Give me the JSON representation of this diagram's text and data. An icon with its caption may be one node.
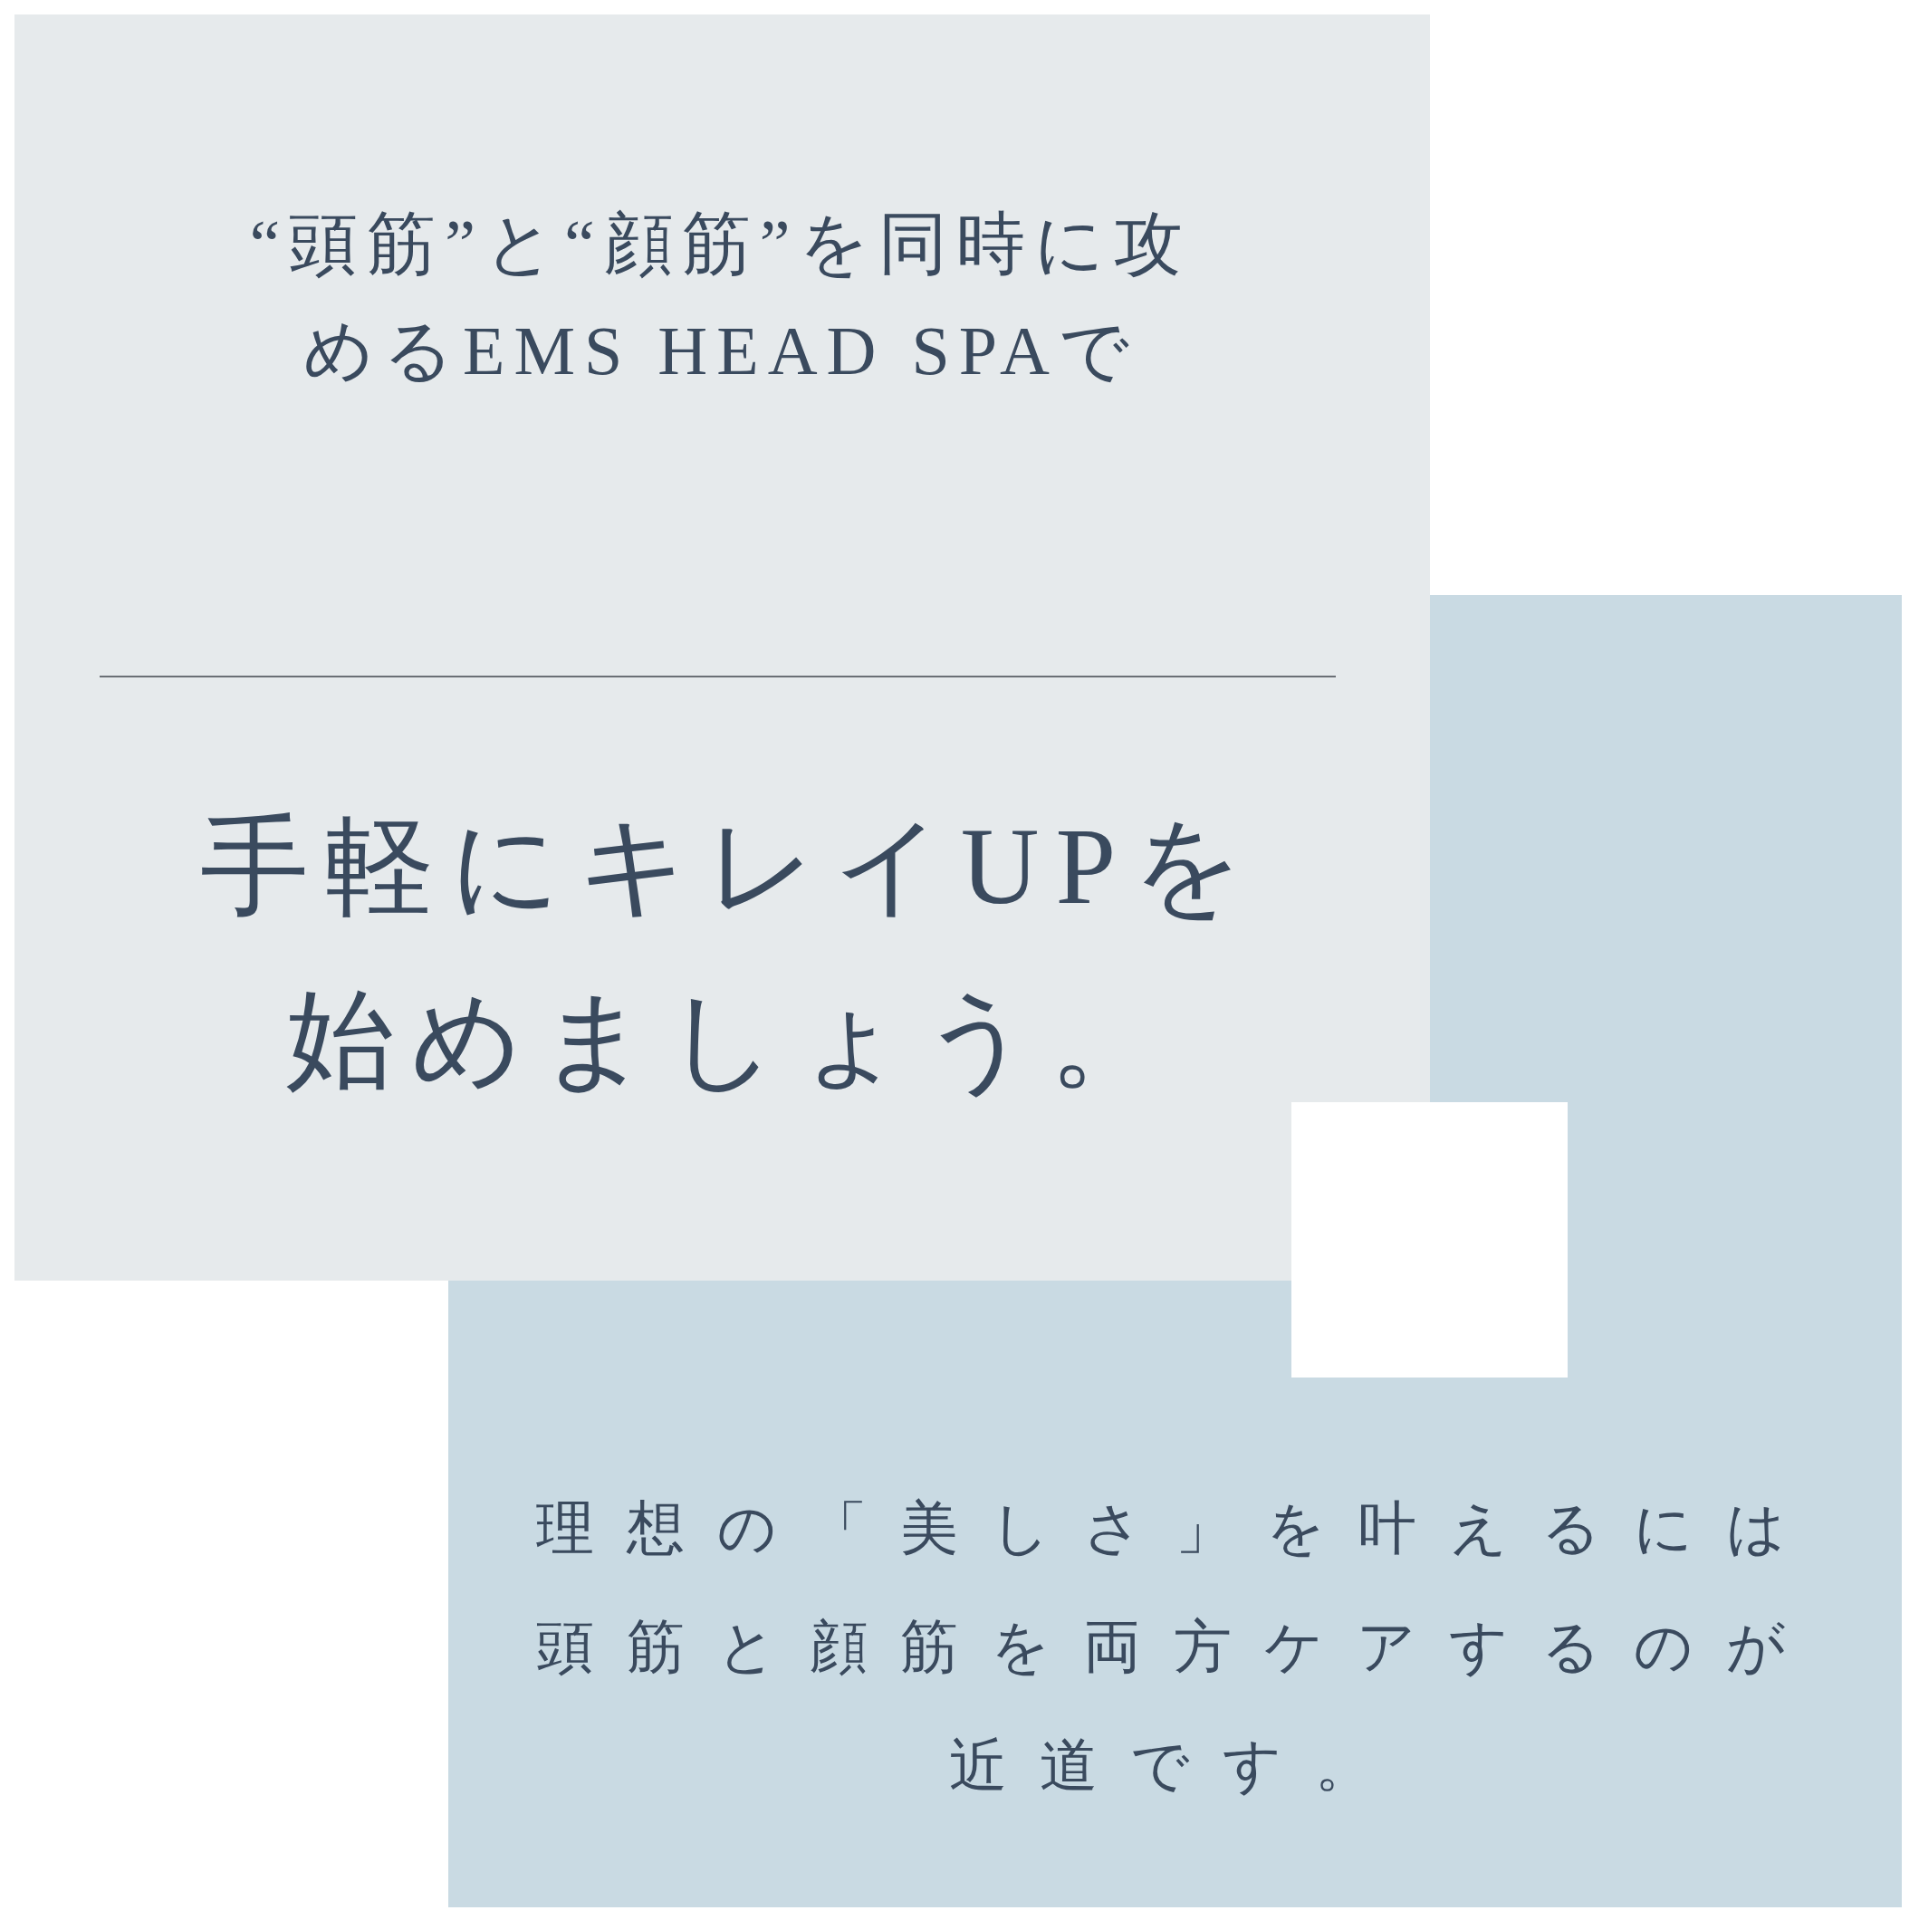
{
  "diagram": {
    "nodes": [
      {
        "text": [
          "“頭筋”と“顔筋”を同時に攻めるEMS HEAD SPAで",
          "手軽にキレイUPを始めましょう。"
        ]
      },
      {
        "text": [
          "理想の「美しさ」を叶えるには頭筋と顔筋を両方ケアするのが近道です。"
        ]
      },
      {
        "text": [],
        "shape": "box"
      }
    ],
    "edges": []
  }
}
